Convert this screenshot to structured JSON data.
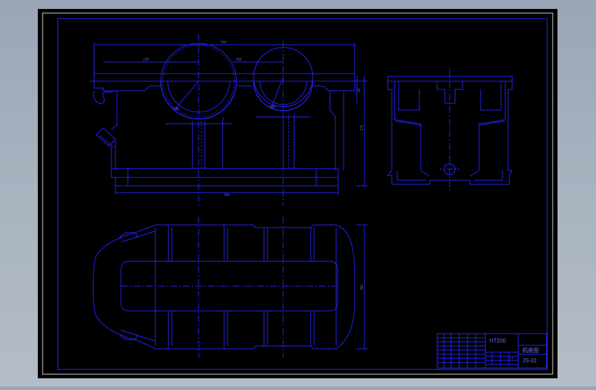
{
  "drawing": {
    "colors": {
      "background": "#000000",
      "line": "#2222ff",
      "line_bright": "#3b3bff",
      "frame": "#e6e6e6",
      "text": "#5a5aff",
      "viewport_bg": "#a3aebb"
    },
    "dimensions": {
      "top_width": "900",
      "left_offset": "130",
      "bore_spacing": "260",
      "bore_r1": "R80",
      "bore_r2": "R60",
      "height_right": "175",
      "height_small": "40",
      "base_length": "900",
      "plan_width": "350"
    },
    "title_block": {
      "material": "HT200",
      "part_name": "机座图",
      "drawing_no": "JS-01",
      "scale_label": "1:1"
    }
  }
}
